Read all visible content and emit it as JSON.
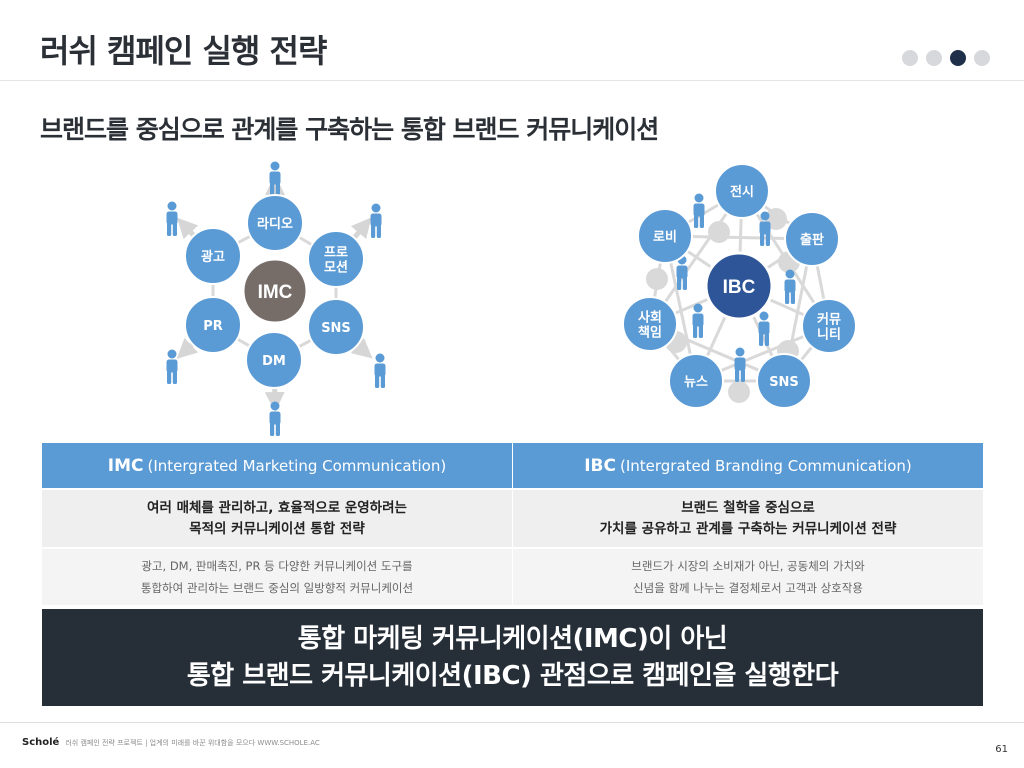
{
  "header": {
    "title": "러쉬 캠페인 실행 전략",
    "subtitle": "브랜드를 중심으로 관계를 구축하는 통합 브랜드 커뮤니케이션"
  },
  "pagination": {
    "count": 4,
    "active_index": 2
  },
  "imc_diagram": {
    "center": "IMC",
    "nodes": [
      "라디오",
      "프로\n모션",
      "SNS",
      "DM",
      "PR",
      "광고"
    ]
  },
  "ibc_diagram": {
    "center": "IBC",
    "nodes": [
      "전시",
      "출판",
      "커뮤\n니티",
      "SNS",
      "뉴스",
      "사회\n책임",
      "로비"
    ]
  },
  "table": {
    "imc": {
      "heading_abbr": "IMC",
      "heading_full": "(Intergrated Marketing Communication)",
      "summary": "여러 매체를 관리하고, 효율적으로 운영하려는\n목적의 커뮤니케이션 통합 전략",
      "detail": "광고, DM, 판매촉진, PR 등 다양한 커뮤니케이션 도구를\n통합하여 관리하는 브랜드 중심의 일방향적 커뮤니케이션"
    },
    "ibc": {
      "heading_abbr": "IBC",
      "heading_full": "(Intergrated Branding Communication)",
      "summary": "브랜드 철학을 중심으로\n가치를 공유하고 관계를 구축하는 커뮤니케이션 전략",
      "detail": "브랜드가 시장의 소비재가 아닌, 공동체의 가치와\n신념을 함께 나누는 결정체로서 고객과 상호작용"
    }
  },
  "banner": {
    "line1": "통합 마케팅 커뮤니케이션(IMC)이 아닌",
    "line2": "통합 브랜드 커뮤니케이션(IBC) 관점으로 캠페인을 실행한다"
  },
  "footer": {
    "brand": "Scholé",
    "text": "러쉬 캠페인 전략 프로젝트  |  업계의 미래를 바꾼 위대함을 모으다 WWW.SCHOLE.AC",
    "page": "61"
  },
  "colors": {
    "node_blue": "#5b9bd5",
    "imc_center": "#766d69",
    "ibc_center": "#2e5597",
    "banner_bg": "#262f38",
    "title_text": "#2b2f36",
    "connector": "#d9d9d9",
    "person_blue": "#5b9bd5"
  }
}
